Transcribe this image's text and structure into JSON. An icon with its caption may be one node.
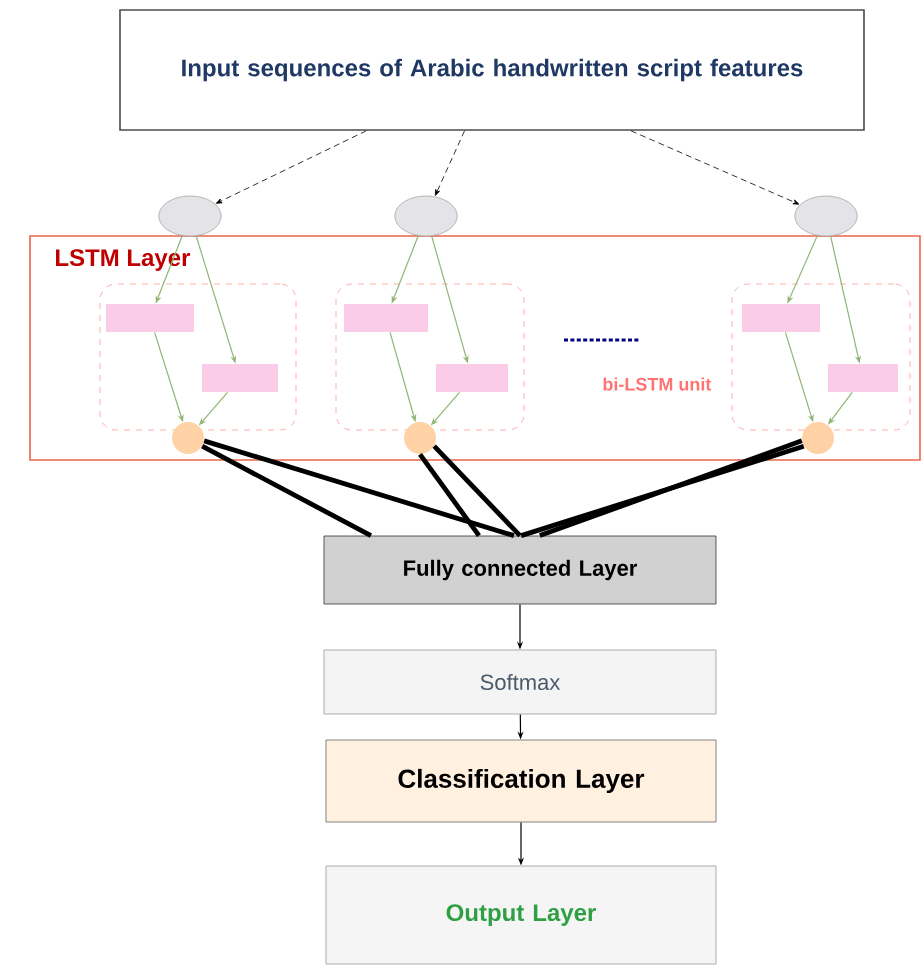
{
  "diagram": {
    "nodes": [
      {
        "text": [
          "Input sequences of Arabic handwritten script features"
        ]
      },
      {
        "text": [
          "LSTM Layer"
        ]
      },
      {
        "text": [],
        "shape": "box",
        "in": 1
      },
      {
        "text": [],
        "shape": "box",
        "in": 1
      },
      {
        "text": [],
        "shape": "box",
        "in": 1
      },
      {
        "text": [],
        "shape": "ellipse"
      },
      {
        "text": [],
        "shape": "ellipse"
      },
      {
        "text": [],
        "shape": "ellipse"
      },
      {
        "text": [],
        "shape": "box",
        "in": 2
      },
      {
        "text": [],
        "shape": "box",
        "in": 2
      },
      {
        "text": [],
        "shape": "box",
        "in": 3
      },
      {
        "text": [],
        "shape": "box",
        "in": 3
      },
      {
        "text": [],
        "shape": "box",
        "in": 4
      },
      {
        "text": [],
        "shape": "box",
        "in": 4
      },
      {
        "text": [],
        "shape": "circle",
        "in": 1
      },
      {
        "text": [],
        "shape": "circle",
        "in": 1
      },
      {
        "text": [],
        "shape": "circle",
        "in": 1
      },
      {
        "text": [
          "Fully connected Layer"
        ]
      },
      {
        "text": [
          "Softmax"
        ]
      },
      {
        "text": [
          "Classification Layer"
        ]
      },
      {
        "text": [
          "Output Layer"
        ]
      }
    ],
    "edges": [
      {
        "from": 0,
        "to": 5,
        "arrow": "to",
        "style": "dashed"
      },
      {
        "from": 0,
        "to": 6,
        "arrow": "to",
        "style": "dashed"
      },
      {
        "from": 0,
        "to": 7,
        "arrow": "to",
        "style": "dashed"
      },
      {
        "from": 5,
        "to": 8,
        "arrow": "to",
        "color": "#8fb573"
      },
      {
        "from": 5,
        "to": 9,
        "arrow": "to",
        "color": "#8fb573"
      },
      {
        "from": 6,
        "to": 10,
        "arrow": "to",
        "color": "#8fb573"
      },
      {
        "from": 6,
        "to": 11,
        "arrow": "to",
        "color": "#8fb573"
      },
      {
        "from": 7,
        "to": 12,
        "arrow": "to",
        "color": "#8fb573"
      },
      {
        "from": 7,
        "to": 13,
        "arrow": "to",
        "color": "#8fb573"
      },
      {
        "from": 8,
        "to": 14,
        "arrow": "to",
        "color": "#8fb573"
      },
      {
        "from": 9,
        "to": 14,
        "arrow": "to",
        "color": "#8fb573"
      },
      {
        "from": 10,
        "to": 15,
        "arrow": "to",
        "color": "#8fb573"
      },
      {
        "from": 11,
        "to": 15,
        "arrow": "to",
        "color": "#8fb573"
      },
      {
        "from": 12,
        "to": 16,
        "arrow": "to",
        "color": "#8fb573"
      },
      {
        "from": 13,
        "to": 16,
        "arrow": "to",
        "color": "#8fb573"
      },
      {
        "from": 14,
        "to": 17,
        "arrow": "none",
        "style": "thick"
      },
      {
        "from": 14,
        "to": 17,
        "arrow": "none",
        "style": "thick"
      },
      {
        "from": 15,
        "to": 17,
        "arrow": "none",
        "style": "thick"
      },
      {
        "from": 15,
        "to": 17,
        "arrow": "none",
        "style": "thick"
      },
      {
        "from": 16,
        "to": 17,
        "arrow": "none",
        "style": "thick"
      },
      {
        "from": 16,
        "to": 17,
        "arrow": "none",
        "style": "thick"
      },
      {
        "from": 17,
        "to": 18,
        "arrow": "to"
      },
      {
        "from": 18,
        "to": 19,
        "arrow": "to"
      },
      {
        "from": 19,
        "to": 20,
        "arrow": "to"
      }
    ],
    "labels": [
      "bi-LSTM unit"
    ]
  }
}
